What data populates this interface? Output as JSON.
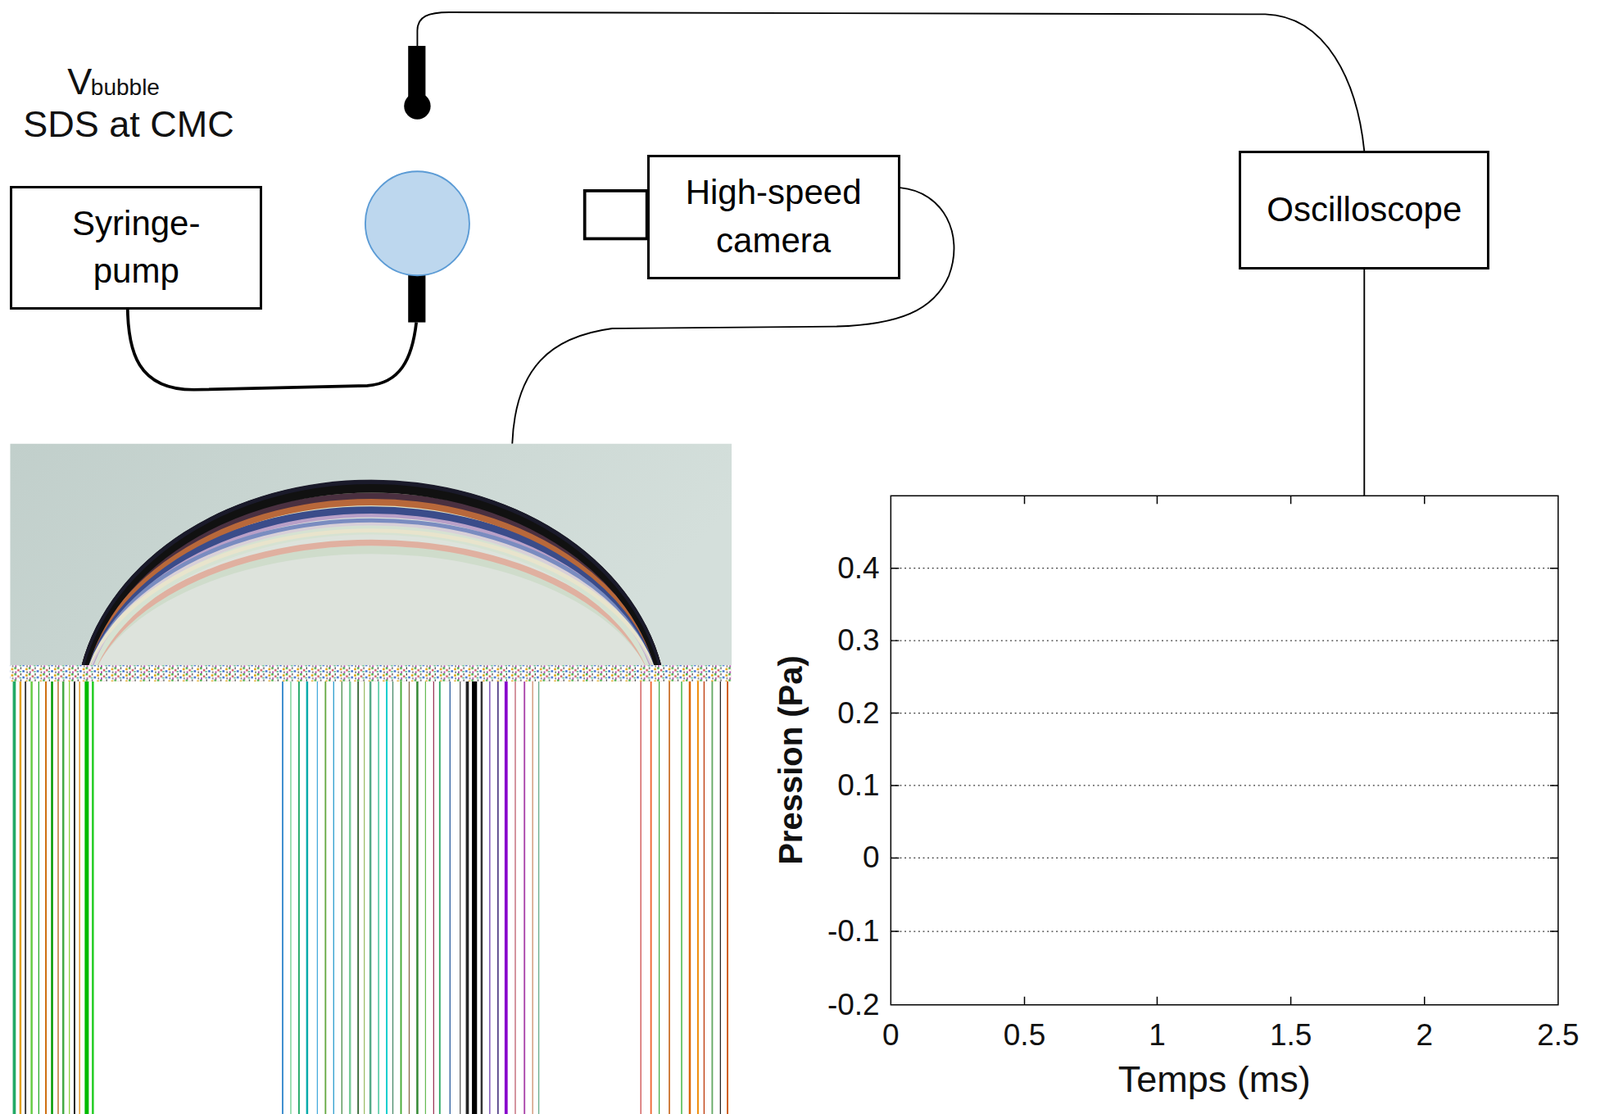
{
  "diagram": {
    "nodes": [
      {
        "text": [
          "Syringe- pump"
        ]
      },
      {
        "text": [
          "High-speed camera"
        ]
      },
      {
        "text": [
          "Oscilloscope"
        ]
      }
    ],
    "labels": [
      "V",
      "bubble",
      "SDS at CMC",
      "0.4",
      "0.3",
      "0.2",
      "0.1",
      "0",
      "-0.1",
      "-0.2",
      "0",
      "0.5",
      "1",
      "1.5",
      "2",
      "2.5",
      "Pression (Pa)",
      "Temps (ms)"
    ]
  }
}
